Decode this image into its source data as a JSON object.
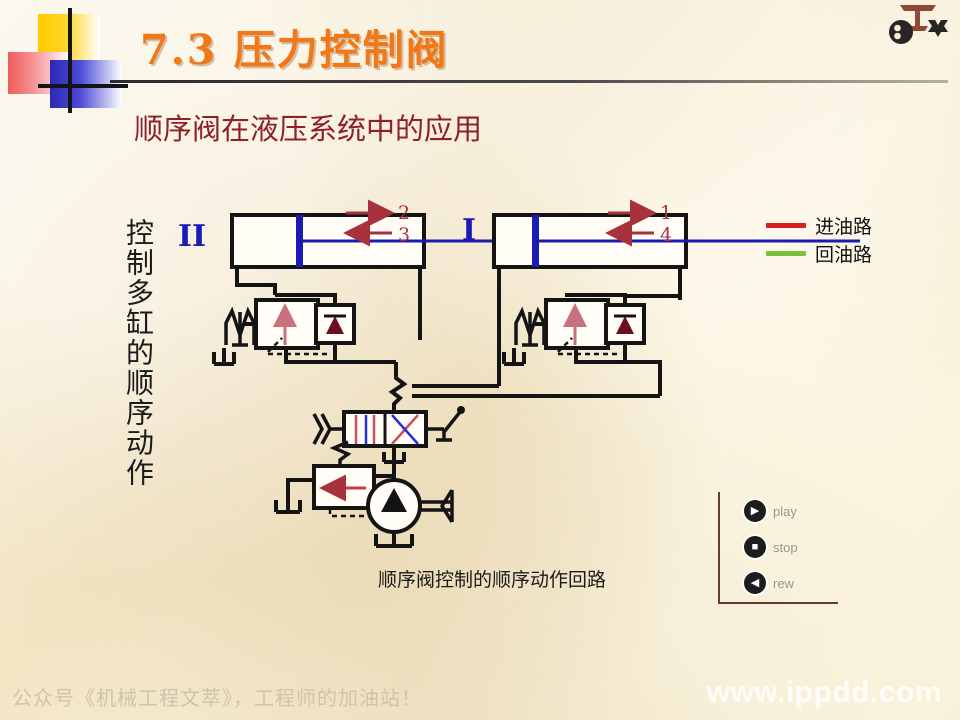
{
  "slide": {
    "title": "7.3  压力控制阀",
    "subtitle": "顺序阀在液压系统中的应用",
    "vertical_caption": "控制多缸的顺序动作",
    "circuit_caption": "顺序阀控制的顺序动作回路"
  },
  "legend": {
    "items": [
      {
        "label": "进油路",
        "color": "#d41f1f"
      },
      {
        "label": "回油路",
        "color": "#7bc13d"
      }
    ]
  },
  "diagram": {
    "cylinders": [
      {
        "id": "cyl-2",
        "roman_label": "II",
        "arrow_out": "2",
        "arrow_in": "3"
      },
      {
        "id": "cyl-1",
        "roman_label": "I",
        "arrow_out": "1",
        "arrow_in": "4"
      }
    ],
    "colors": {
      "line": "#1a1a1a",
      "rod": "#1b1bb4",
      "roman": "#1b1bb4",
      "arrow": "#a8323c",
      "spool_red": "#c9515c",
      "spool_blue": "#2d2de0",
      "valve_fill": "#fffdf6"
    }
  },
  "media_controls": {
    "buttons": [
      {
        "label": "play",
        "glyph": "▶"
      },
      {
        "label": "stop",
        "glyph": "■"
      },
      {
        "label": "rew",
        "glyph": "◀"
      }
    ]
  },
  "watermarks": {
    "left": "公众号《机械工程文萃》，工程师的加油站！",
    "right": "www.ippdd.com"
  },
  "theme": {
    "title_color": "#f07818",
    "subtitle_color": "#8e2026",
    "background": "#f5e8c8"
  }
}
